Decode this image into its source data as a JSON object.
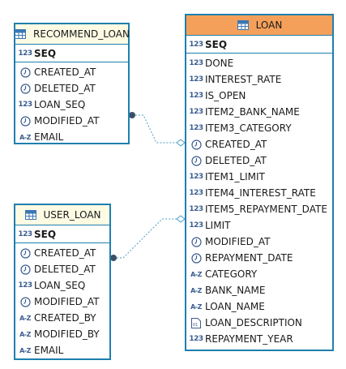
{
  "colors": {
    "border": "#1f7fae",
    "loan_header": "#f5a05a",
    "yellow_header": "#fdfbe3",
    "connector": "#4a9fc7",
    "dot": "#3b5068"
  },
  "type_glyphs": {
    "number": "123",
    "string": "A-Z"
  },
  "entities": {
    "recommend_loan": {
      "title": "RECOMMEND_LOAN",
      "pk": {
        "type": "number",
        "name": "SEQ"
      },
      "columns": [
        {
          "type": "datetime",
          "name": "CREATED_AT"
        },
        {
          "type": "datetime",
          "name": "DELETED_AT"
        },
        {
          "type": "number",
          "name": "LOAN_SEQ"
        },
        {
          "type": "datetime",
          "name": "MODIFIED_AT"
        },
        {
          "type": "string",
          "name": "EMAIL"
        }
      ]
    },
    "user_loan": {
      "title": "USER_LOAN",
      "pk": {
        "type": "number",
        "name": "SEQ"
      },
      "columns": [
        {
          "type": "datetime",
          "name": "CREATED_AT"
        },
        {
          "type": "datetime",
          "name": "DELETED_AT"
        },
        {
          "type": "number",
          "name": "LOAN_SEQ"
        },
        {
          "type": "datetime",
          "name": "MODIFIED_AT"
        },
        {
          "type": "string",
          "name": "CREATED_BY"
        },
        {
          "type": "string",
          "name": "MODIFIED_BY"
        },
        {
          "type": "string",
          "name": "EMAIL"
        }
      ]
    },
    "loan": {
      "title": "LOAN",
      "pk": {
        "type": "number",
        "name": "SEQ"
      },
      "columns": [
        {
          "type": "number",
          "name": "DONE"
        },
        {
          "type": "number",
          "name": "INTEREST_RATE"
        },
        {
          "type": "number",
          "name": "IS_OPEN"
        },
        {
          "type": "number",
          "name": "ITEM2_BANK_NAME"
        },
        {
          "type": "number",
          "name": "ITEM3_CATEGORY"
        },
        {
          "type": "datetime",
          "name": "CREATED_AT"
        },
        {
          "type": "datetime",
          "name": "DELETED_AT"
        },
        {
          "type": "number",
          "name": "ITEM1_LIMIT"
        },
        {
          "type": "number",
          "name": "ITEM4_INTEREST_RATE"
        },
        {
          "type": "number",
          "name": "ITEM5_REPAYMENT_DATE"
        },
        {
          "type": "number",
          "name": "LIMIT"
        },
        {
          "type": "datetime",
          "name": "MODIFIED_AT"
        },
        {
          "type": "datetime",
          "name": "REPAYMENT_DATE"
        },
        {
          "type": "string",
          "name": "CATEGORY"
        },
        {
          "type": "string",
          "name": "BANK_NAME"
        },
        {
          "type": "string",
          "name": "LOAN_NAME"
        },
        {
          "type": "text",
          "name": "LOAN_DESCRIPTION"
        },
        {
          "type": "number",
          "name": "REPAYMENT_YEAR"
        }
      ]
    }
  }
}
